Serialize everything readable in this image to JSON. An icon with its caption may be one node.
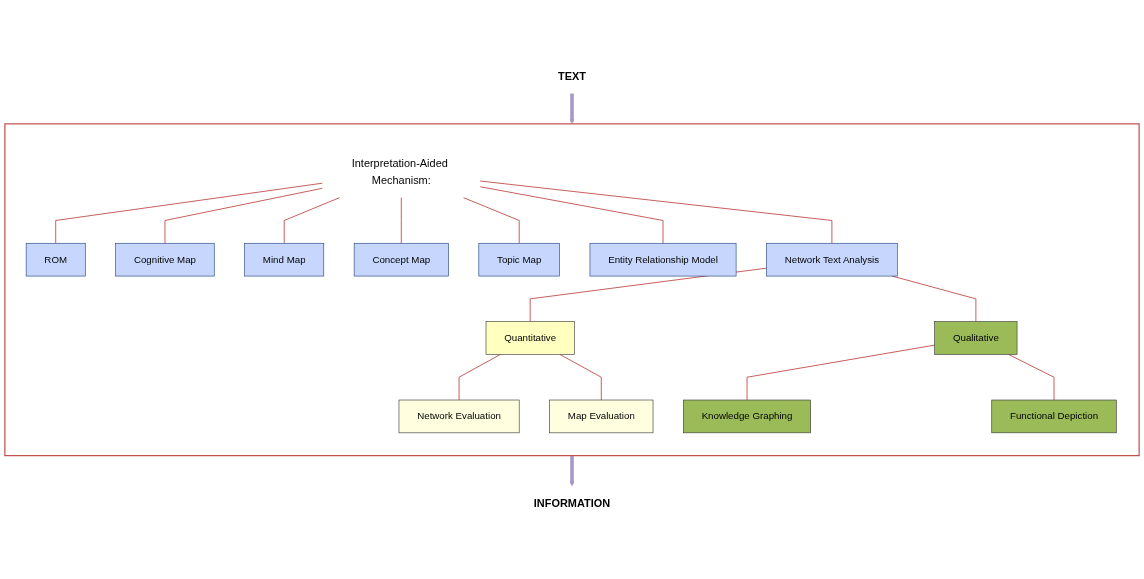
{
  "diagram": {
    "nodes": [
      {
        "text": [
          "TEXT"
        ]
      },
      {
        "text": [],
        "shape": "box"
      },
      {
        "text": [
          "Interpretation-Aided Mechanism:"
        ],
        "in": 1
      },
      {
        "text": [
          "ROM"
        ],
        "in": 1
      },
      {
        "text": [
          "Cognitive Map"
        ],
        "in": 1
      },
      {
        "text": [
          "Mind Map"
        ],
        "in": 1
      },
      {
        "text": [
          "Concept Map"
        ],
        "in": 1
      },
      {
        "text": [
          "Topic Map"
        ],
        "in": 1
      },
      {
        "text": [
          "Entity Relationship Model"
        ],
        "in": 1
      },
      {
        "text": [
          "Network Text Analysis"
        ],
        "in": 1
      },
      {
        "text": [
          "Quantitative"
        ],
        "in": 1
      },
      {
        "text": [
          "Qualitative"
        ],
        "in": 1
      },
      {
        "text": [
          "Network Evaluation"
        ],
        "in": 1
      },
      {
        "text": [
          "Map Evaluation"
        ],
        "in": 1
      },
      {
        "text": [
          "Knowledge Graphing"
        ],
        "in": 1
      },
      {
        "text": [
          "Functional Depiction"
        ],
        "in": 1
      },
      {
        "text": [
          "INFORMATION"
        ]
      }
    ],
    "edges": [
      {
        "from": 0,
        "to": 1,
        "arrow": "to",
        "style": "thick",
        "color": "#a799c6"
      },
      {
        "from": 2,
        "to": 3,
        "arrow": "none"
      },
      {
        "from": 2,
        "to": 4,
        "arrow": "none"
      },
      {
        "from": 2,
        "to": 5,
        "arrow": "none"
      },
      {
        "from": 2,
        "to": 6,
        "arrow": "none"
      },
      {
        "from": 2,
        "to": 7,
        "arrow": "none"
      },
      {
        "from": 2,
        "to": 8,
        "arrow": "none"
      },
      {
        "from": 2,
        "to": 9,
        "arrow": "none"
      },
      {
        "from": 9,
        "to": 10,
        "arrow": "none"
      },
      {
        "from": 9,
        "to": 11,
        "arrow": "none"
      },
      {
        "from": 10,
        "to": 12,
        "arrow": "none"
      },
      {
        "from": 10,
        "to": 13,
        "arrow": "none"
      },
      {
        "from": 11,
        "to": 14,
        "arrow": "none"
      },
      {
        "from": 11,
        "to": 15,
        "arrow": "none"
      },
      {
        "from": 1,
        "to": 16,
        "arrow": "to",
        "style": "thick",
        "color": "#a799c6"
      }
    ]
  }
}
